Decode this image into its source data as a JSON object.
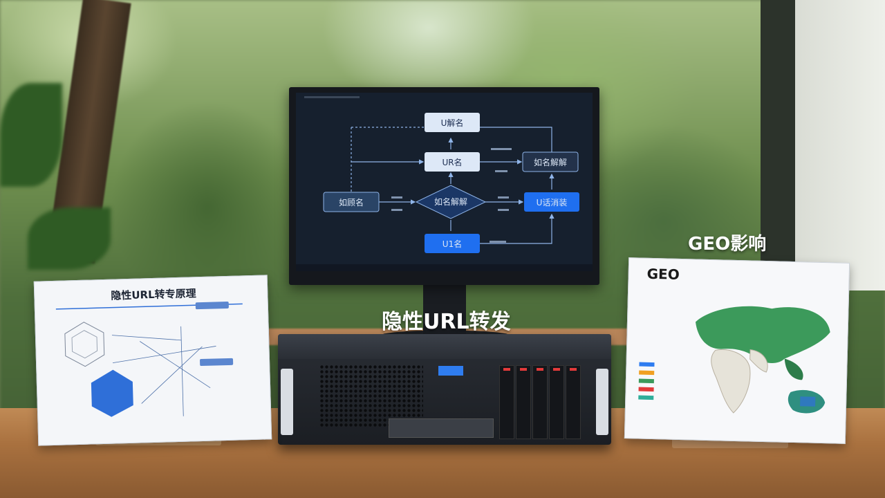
{
  "captions": {
    "center": "隐性URL转发",
    "right": "GEO影响"
  },
  "monitor": {
    "nodes": {
      "top": "U解名",
      "middle": "UR名",
      "right_top": "如名解解",
      "left": "如顾名",
      "diamond": "如名解解",
      "right_bottom": "U话消装",
      "bottom": "U1名"
    }
  },
  "left_card": {
    "title": "隐性URL转专原理"
  },
  "right_card": {
    "title": "GEO"
  },
  "colors": {
    "node_light": "#dde8f7",
    "node_blue": "#1f6ff0",
    "node_dark": "#23324a",
    "map_green": "#3c9a5b",
    "map_light": "#e6e3d9"
  }
}
